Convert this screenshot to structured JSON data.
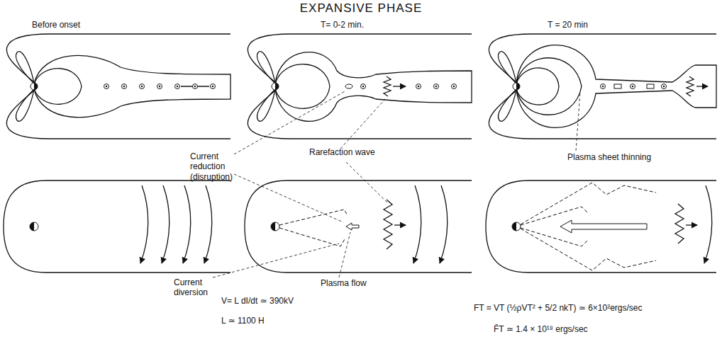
{
  "diagram": {
    "title": "EXPANSIVE PHASE",
    "labels": [
      "Before onset",
      "T= 0-2 min.",
      "T = 20 min",
      "Current reduction (disruption)",
      "Rarefaction wave",
      "Plasma sheet thinning",
      "Current diversion",
      "Plasma flow",
      "V= L dI/dt ≃ 390kV",
      "L ≃ 1100 H",
      "FT = VT (½ρVT² + 5/2 nkT) ≃ 6×10²ergs/sec",
      "F̄T ≃ 1.4 × 10¹⁸ ergs/sec"
    ]
  }
}
